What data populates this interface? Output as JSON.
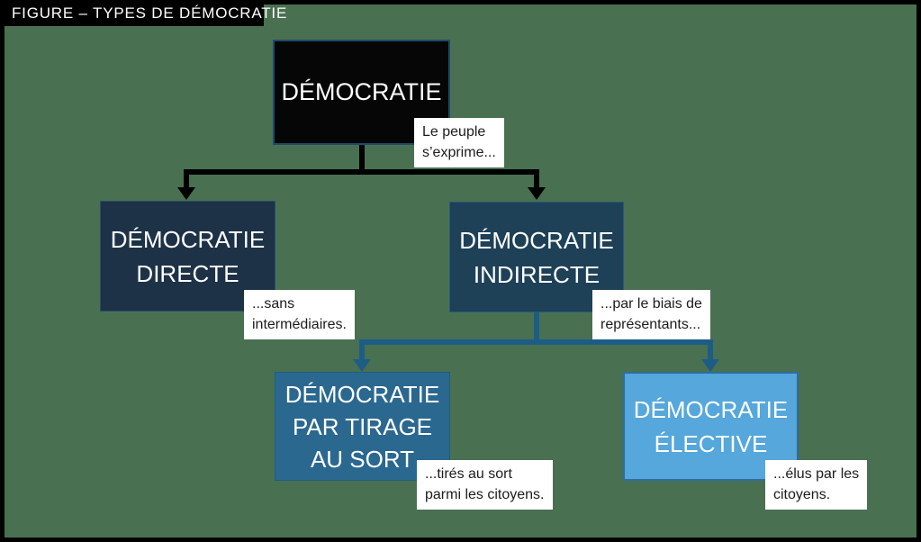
{
  "figure": {
    "title": "FIGURE – TYPES DE DÉMOCRATIE"
  },
  "colors": {
    "background": "#4a7052",
    "frame": "#000000",
    "title_bar_bg": "#000000",
    "title_text": "#ffffff",
    "node_text": "#ffffff",
    "root_fill": "#060606",
    "root_border": "#1d4a6a",
    "directe_fill": "#1d3247",
    "indirecte_fill": "#1e4158",
    "tirage_fill": "#2b6890",
    "elective_fill": "#55a7dc",
    "elective_border": "#2d6da0",
    "connector_root": "#000000",
    "connector_indirecte": "#1d5d85",
    "annotation_bg": "#ffffff",
    "annotation_text": "#1c1c1c"
  },
  "nodes": {
    "root": {
      "label": "DÉMOCRATIE",
      "annotation": "Le peuple\ns’exprime..."
    },
    "directe": {
      "label": "DÉMOCRATIE\nDIRECTE",
      "annotation": "...sans\nintermédiaires."
    },
    "indirecte": {
      "label": "DÉMOCRATIE\nINDIRECTE",
      "annotation": "...par le biais de\nreprésentants..."
    },
    "tirage": {
      "label": "DÉMOCRATIE\nPAR TIRAGE\nAU SORT",
      "annotation": "...tirés au sort\nparmi les citoyens."
    },
    "elective": {
      "label": "DÉMOCRATIE\nÉLECTIVE",
      "annotation": "...élus par les\ncitoyens."
    }
  }
}
